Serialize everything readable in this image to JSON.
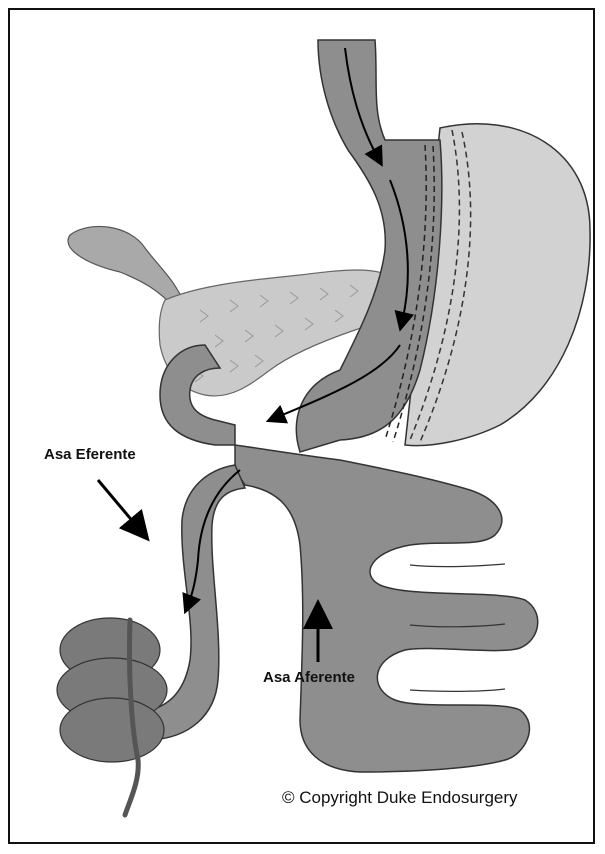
{
  "labels": {
    "efferent_loop": "Asa Eferente",
    "afferent_loop": "Asa Aferente"
  },
  "copyright": "© Copyright Duke Endosurgery",
  "colors": {
    "frame": "#111111",
    "intestine": "#8c8c8c",
    "intestine_dark": "#6b6b6b",
    "stomach_remnant": "#d0d0d0",
    "pancreas": "#c9c9c9",
    "gallbladder": "#a9a9a9",
    "colon": "#7a7a7a",
    "arrow": "#000000"
  }
}
